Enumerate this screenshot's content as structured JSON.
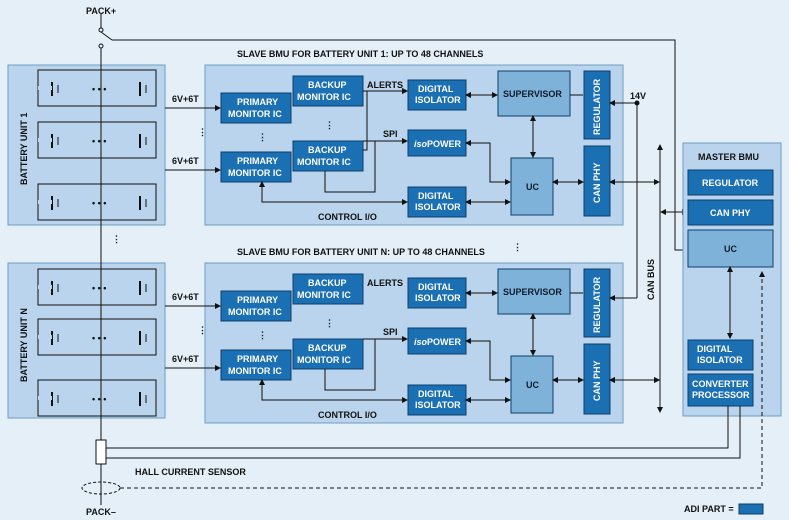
{
  "colors": {
    "background": "#e4eff7",
    "panel": "#b9d4ec",
    "adi_part": "#1b6fb3",
    "generic_block": "#7fb2d9",
    "line": "#111111"
  },
  "labels": {
    "pack_plus": "PACK+",
    "pack_minus": "PACK–",
    "hall_sensor": "HALL CURRENT SENSOR",
    "adi_legend": "ADI PART =",
    "can_bus": "CAN BUS",
    "voltage_14v": "14V"
  },
  "battery_units": [
    {
      "name": "BATTERY UNIT 1",
      "cells": [
        "• • •",
        "• • •",
        "• • •"
      ]
    },
    {
      "name": "BATTERY UNIT N",
      "cells": [
        "• • •",
        "• • •",
        "• • •"
      ]
    }
  ],
  "slave_bmus": [
    {
      "title": "SLAVE BMU FOR BATTERY UNIT 1: UP TO 48 CHANNELS",
      "channel_labels": [
        "6V+6T",
        "6V+6T"
      ],
      "primary_monitor": [
        "PRIMARY",
        "MONITOR IC"
      ],
      "backup_monitor": [
        "BACKUP",
        "MONITOR IC"
      ],
      "alerts": "ALERTS",
      "spi": "SPI",
      "digital_isolator": [
        "DIGITAL",
        "ISOLATOR"
      ],
      "isopower_prefix": "iso",
      "isopower_suffix": "POWER",
      "supervisor": "SUPERVISOR",
      "uc": "UC",
      "regulator": "REGULATOR",
      "can_phy": "CAN PHY",
      "control_io": "CONTROL I/O"
    },
    {
      "title": "SLAVE BMU FOR BATTERY UNIT N: UP TO 48 CHANNELS",
      "channel_labels": [
        "6V+6T",
        "6V+6T"
      ],
      "primary_monitor": [
        "PRIMARY",
        "MONITOR IC"
      ],
      "backup_monitor": [
        "BACKUP",
        "MONITOR IC"
      ],
      "alerts": "ALERTS",
      "spi": "SPI",
      "digital_isolator": [
        "DIGITAL",
        "ISOLATOR"
      ],
      "isopower_prefix": "iso",
      "isopower_suffix": "POWER",
      "supervisor": "SUPERVISOR",
      "uc": "UC",
      "regulator": "REGULATOR",
      "can_phy": "CAN PHY",
      "control_io": "CONTROL I/O"
    }
  ],
  "master_bmu": {
    "title": "MASTER BMU",
    "regulator": "REGULATOR",
    "can_phy": "CAN PHY",
    "uc": "UC",
    "digital_isolator": [
      "DIGITAL",
      "ISOLATOR"
    ],
    "converter_processor": [
      "CONVERTER",
      "PROCESSOR"
    ]
  }
}
